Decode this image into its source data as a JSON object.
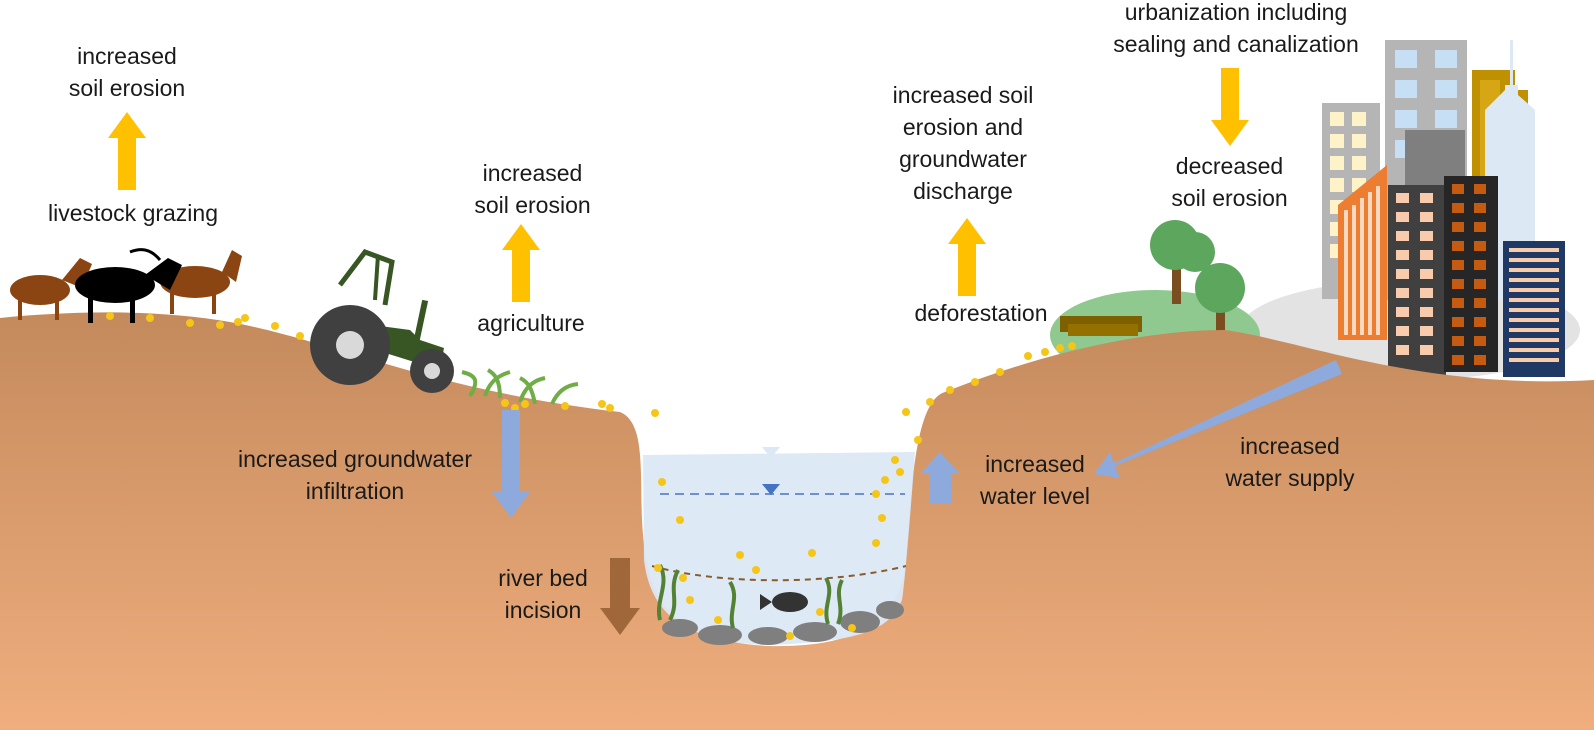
{
  "labels": {
    "livestock_effect": [
      "increased",
      "soil erosion"
    ],
    "livestock": "livestock grazing",
    "agriculture_effect": [
      "increased",
      "soil erosion"
    ],
    "agriculture": "agriculture",
    "deforestation_effect": [
      "increased soil",
      "erosion and",
      "groundwater",
      "discharge"
    ],
    "deforestation": "deforestation",
    "urbanization": [
      "urbanization including",
      "sealing and canalization"
    ],
    "urbanization_effect": [
      "decreased",
      "soil erosion"
    ],
    "infiltration": [
      "increased groundwater",
      "infiltration"
    ],
    "incision": [
      "river bed",
      "incision"
    ],
    "water_level": [
      "increased",
      "water level"
    ],
    "water_supply": [
      "increased",
      "water supply"
    ]
  },
  "colors": {
    "soil_top": "#c48a5c",
    "soil_bottom": "#f0ae7e",
    "water": "#dce8f5",
    "erosion_arrow": "#ffc000",
    "water_arrow": "#8ea9db",
    "incision_arrow": "#a0683a",
    "sediment_dot": "#f5c518"
  }
}
